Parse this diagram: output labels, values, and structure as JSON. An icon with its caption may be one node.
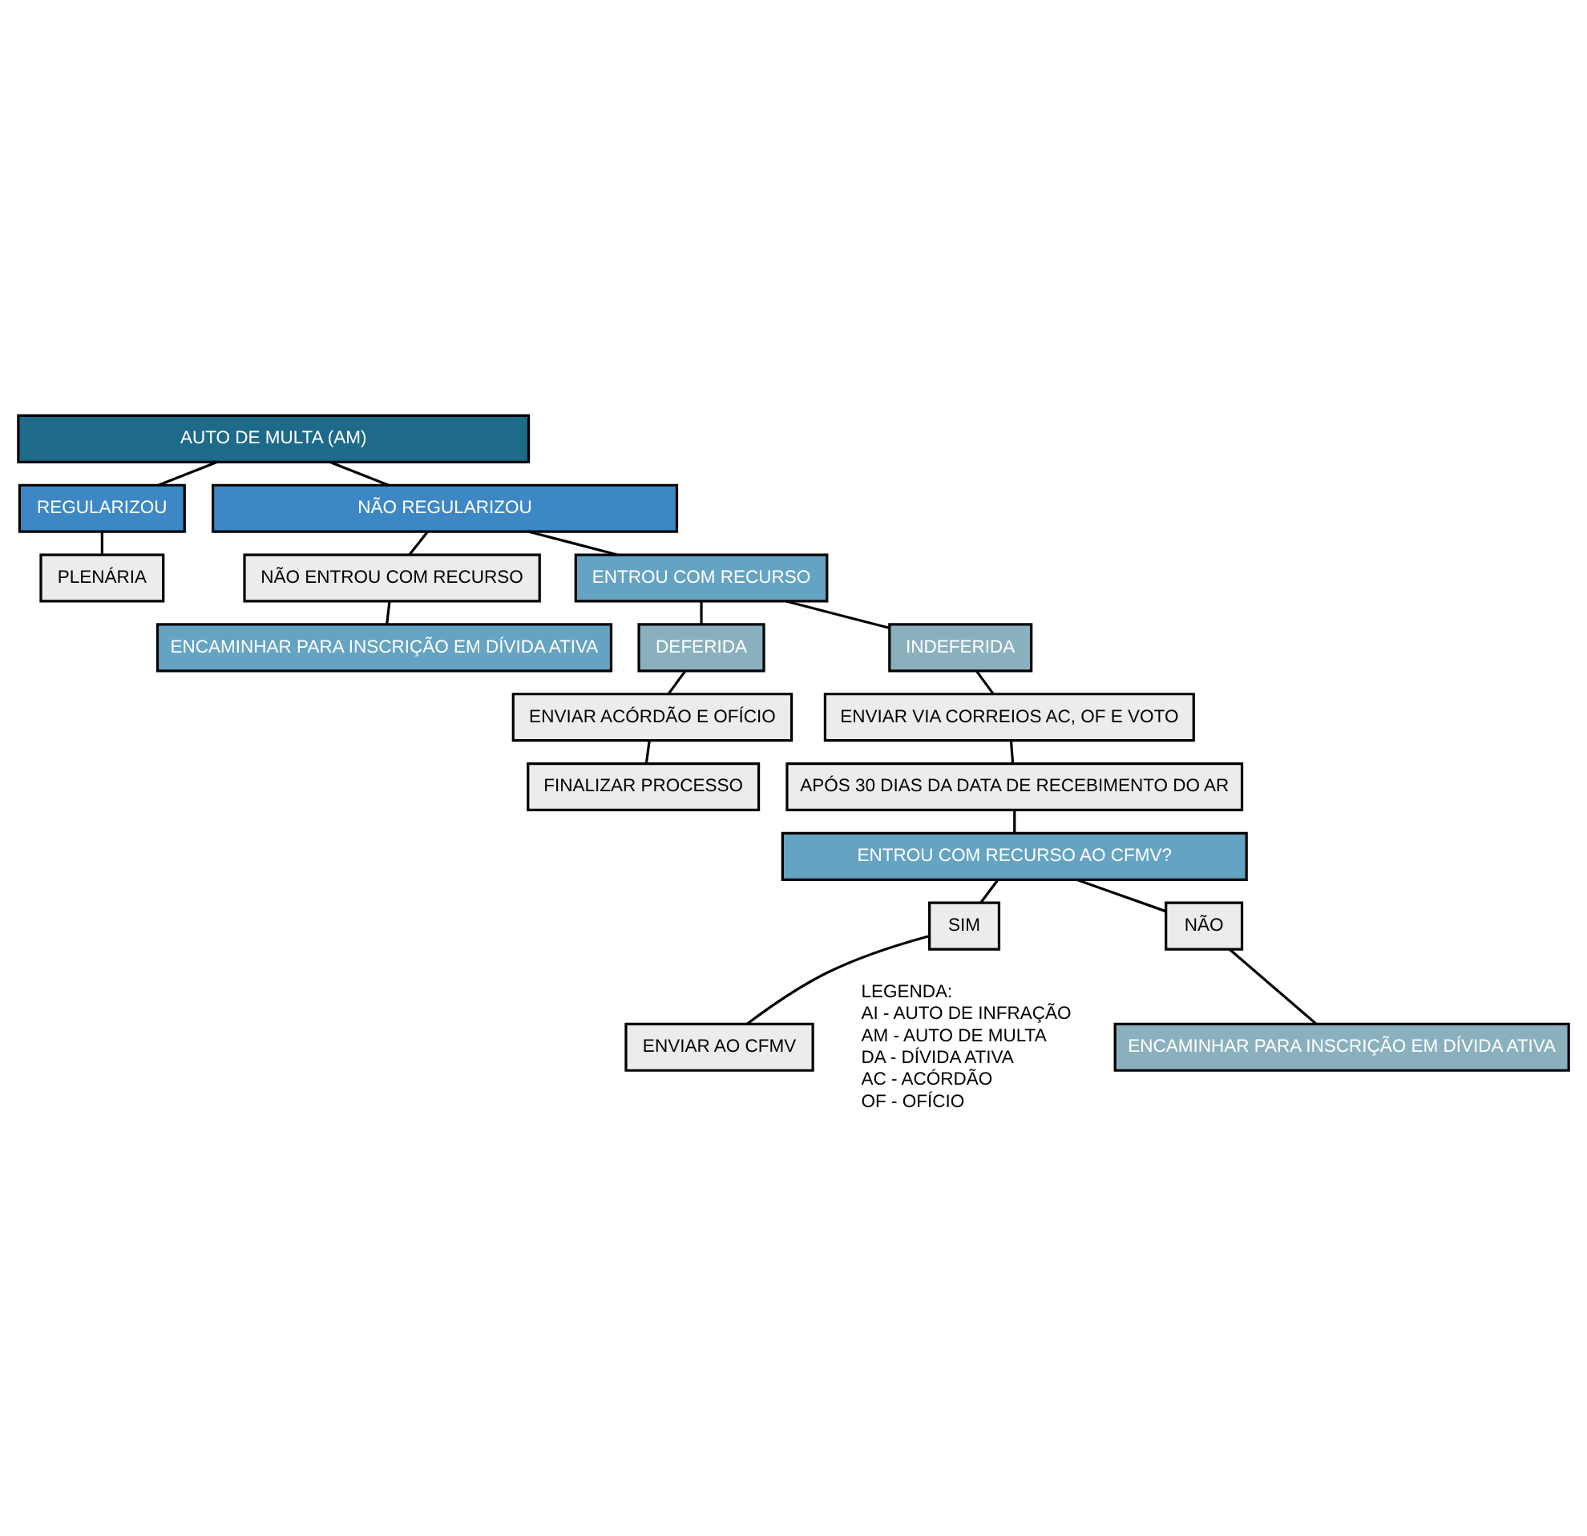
{
  "diagram": {
    "nodes": [
      {
        "text": [
          "AUTO DE MULTA (AM)"
        ]
      },
      {
        "text": [
          "REGULARIZOU"
        ]
      },
      {
        "text": [
          "NÃO REGULARIZOU"
        ]
      },
      {
        "text": [
          "PLENÁRIA"
        ]
      },
      {
        "text": [
          "NÃO ENTROU COM RECURSO"
        ]
      },
      {
        "text": [
          "ENTROU COM RECURSO"
        ]
      },
      {
        "text": [
          "ENCAMINHAR PARA INSCRIÇÃO EM DÍVIDA ATIVA"
        ]
      },
      {
        "text": [
          "DEFERIDA"
        ]
      },
      {
        "text": [
          "INDEFERIDA"
        ]
      },
      {
        "text": [
          "ENVIAR ACÓRDÃO E OFÍCIO"
        ]
      },
      {
        "text": [
          "ENVIAR VIA CORREIOS AC, OF E VOTO"
        ]
      },
      {
        "text": [
          "FINALIZAR PROCESSO"
        ]
      },
      {
        "text": [
          "APÓS 30 DIAS DA DATA DE RECEBIMENTO DO AR"
        ]
      },
      {
        "text": [
          "ENTROU COM RECURSO AO CFMV?"
        ]
      },
      {
        "text": [
          "SIM"
        ]
      },
      {
        "text": [
          "NÃO"
        ]
      },
      {
        "text": [
          "ENVIAR AO CFMV"
        ]
      },
      {
        "text": [
          "ENCAMINHAR PARA INSCRIÇÃO EM DÍVIDA ATIVA"
        ]
      }
    ],
    "edges": [
      {
        "from": 0,
        "to": 1,
        "arrow": "none"
      },
      {
        "from": 0,
        "to": 2,
        "arrow": "none"
      },
      {
        "from": 1,
        "to": 3,
        "arrow": "none"
      },
      {
        "from": 2,
        "to": 4,
        "arrow": "none"
      },
      {
        "from": 2,
        "to": 5,
        "arrow": "none"
      },
      {
        "from": 4,
        "to": 6,
        "arrow": "none"
      },
      {
        "from": 5,
        "to": 7,
        "arrow": "none"
      },
      {
        "from": 5,
        "to": 8,
        "arrow": "none"
      },
      {
        "from": 7,
        "to": 9,
        "arrow": "none"
      },
      {
        "from": 8,
        "to": 10,
        "arrow": "none"
      },
      {
        "from": 9,
        "to": 11,
        "arrow": "none"
      },
      {
        "from": 10,
        "to": 12,
        "arrow": "none"
      },
      {
        "from": 12,
        "to": 13,
        "arrow": "none"
      },
      {
        "from": 13,
        "to": 14,
        "arrow": "none"
      },
      {
        "from": 13,
        "to": 15,
        "arrow": "none"
      },
      {
        "from": 14,
        "to": 16,
        "arrow": "none"
      },
      {
        "from": 15,
        "to": 17,
        "arrow": "none"
      }
    ],
    "labels": [
      "LEGENDA:",
      "AI - AUTO DE INFRAÇÃO",
      "AM - AUTO DE MULTA",
      "DA - DÍVIDA ATIVA",
      "AC - ACÓRDÃO",
      "OF - OFÍCIO"
    ]
  }
}
